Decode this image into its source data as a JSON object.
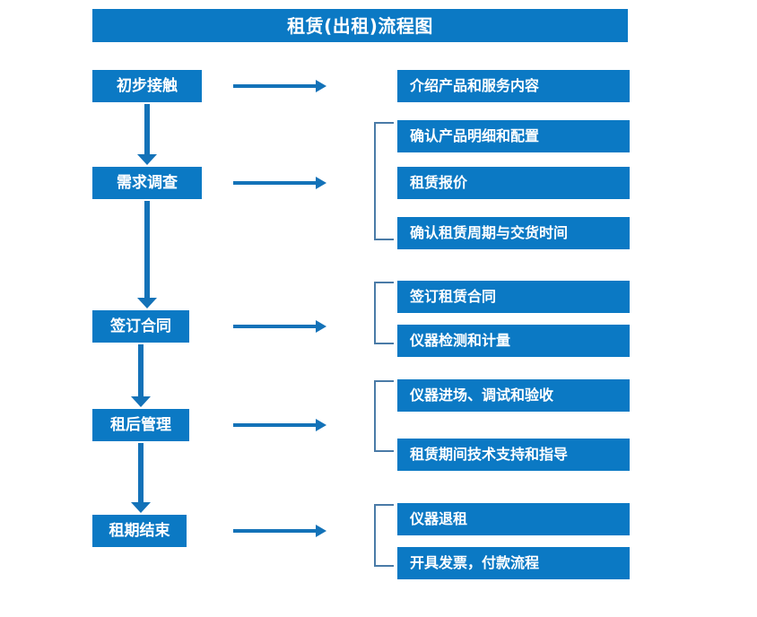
{
  "diagram": {
    "title": "租赁(出租)流程图",
    "colors": {
      "box_fill": "#0b79c4",
      "box_text": "#ffffff",
      "arrow": "#1372b8",
      "bracket": "#4a7ba7",
      "background": "#ffffff"
    },
    "stages": [
      {
        "id": "stage-1",
        "label": "初步接触"
      },
      {
        "id": "stage-2",
        "label": "需求调查"
      },
      {
        "id": "stage-3",
        "label": "签订合同"
      },
      {
        "id": "stage-4",
        "label": "租后管理"
      },
      {
        "id": "stage-5",
        "label": "租期结束"
      }
    ],
    "details": [
      {
        "id": "detail-1",
        "label": "介绍产品和服务内容"
      },
      {
        "id": "detail-2",
        "label": "确认产品明细和配置"
      },
      {
        "id": "detail-3",
        "label": "租赁报价"
      },
      {
        "id": "detail-4",
        "label": "确认租赁周期与交货时间"
      },
      {
        "id": "detail-5",
        "label": "签订租赁合同"
      },
      {
        "id": "detail-6",
        "label": "仪器检测和计量"
      },
      {
        "id": "detail-7",
        "label": "仪器进场、调试和验收"
      },
      {
        "id": "detail-8",
        "label": "租赁期间技术支持和指导"
      },
      {
        "id": "detail-9",
        "label": "仪器退租"
      },
      {
        "id": "detail-10",
        "label": "开具发票，付款流程"
      }
    ],
    "groups": [
      {
        "id": "group-1",
        "stage": "需求调查",
        "members": [
          "确认产品明细和配置",
          "租赁报价",
          "确认租赁周期与交货时间"
        ]
      },
      {
        "id": "group-2",
        "stage": "签订合同",
        "members": [
          "签订租赁合同",
          "仪器检测和计量"
        ]
      },
      {
        "id": "group-3",
        "stage": "租后管理",
        "members": [
          "仪器进场、调试和验收",
          "租赁期间技术支持和指导"
        ]
      },
      {
        "id": "group-4",
        "stage": "租期结束",
        "members": [
          "仪器退租",
          "开具发票，付款流程"
        ]
      }
    ],
    "flow_connections": [
      {
        "from": "初步接触",
        "to": "需求调查",
        "direction": "down"
      },
      {
        "from": "需求调查",
        "to": "签订合同",
        "direction": "down"
      },
      {
        "from": "签订合同",
        "to": "租后管理",
        "direction": "down"
      },
      {
        "from": "租后管理",
        "to": "租期结束",
        "direction": "down"
      },
      {
        "from": "初步接触",
        "to": "介绍产品和服务内容",
        "direction": "right"
      },
      {
        "from": "需求调查",
        "to": "确认产品明细和配置",
        "direction": "right"
      },
      {
        "from": "签订合同",
        "to": "签订租赁合同",
        "direction": "right"
      },
      {
        "from": "租后管理",
        "to": "仪器进场、调试和验收",
        "direction": "right"
      },
      {
        "from": "租期结束",
        "to": "仪器退租",
        "direction": "right"
      }
    ]
  }
}
